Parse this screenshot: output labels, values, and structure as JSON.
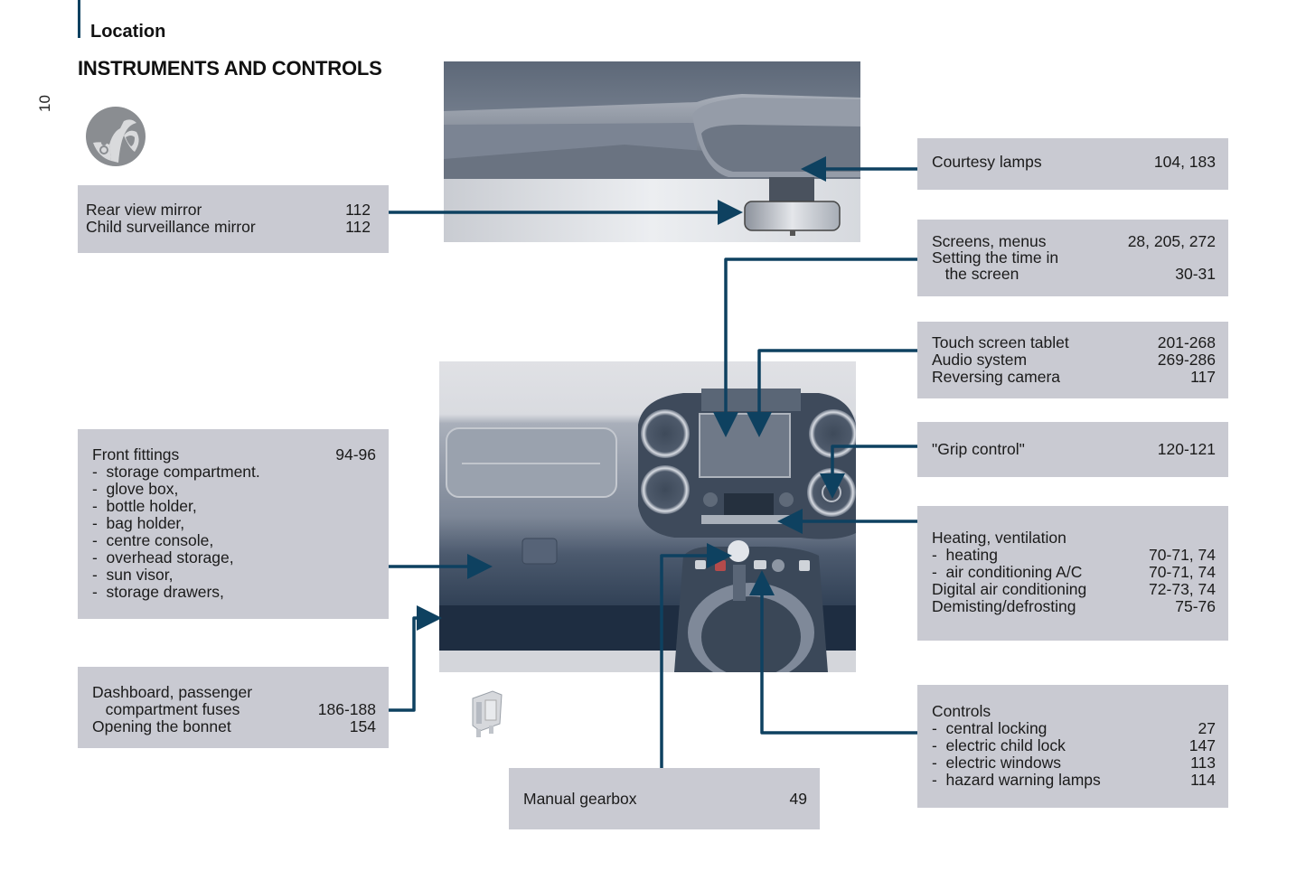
{
  "header": {
    "section": "Location",
    "title": "INSTRUMENTS AND CONTROLS",
    "page_number": "10",
    "topic_icon": "driver-position-icon"
  },
  "colors": {
    "callout_box": "#c9cad2",
    "leader_line": "#0e4160"
  },
  "callouts": {
    "rear_mirror": {
      "rows": [
        {
          "label": "Rear view mirror",
          "page": "112"
        },
        {
          "label": "Child surveillance mirror",
          "page": "112"
        }
      ]
    },
    "front_fittings": {
      "rows": [
        {
          "label": "Front fittings",
          "page": "94-96"
        },
        {
          "label": "-  storage compartment.",
          "page": ""
        },
        {
          "label": "-  glove box,",
          "page": ""
        },
        {
          "label": "-  bottle holder,",
          "page": ""
        },
        {
          "label": "-  bag holder,",
          "page": ""
        },
        {
          "label": "-  centre console,",
          "page": ""
        },
        {
          "label": "-  overhead storage,",
          "page": ""
        },
        {
          "label": "-  sun visor,",
          "page": ""
        },
        {
          "label": "-  storage drawers,",
          "page": ""
        }
      ]
    },
    "fuses": {
      "rows": [
        {
          "label": "Dashboard, passenger",
          "page": ""
        },
        {
          "label": "   compartment fuses",
          "page": "186-188"
        },
        {
          "label": "Opening the bonnet",
          "page": "154"
        }
      ]
    },
    "gearbox": {
      "rows": [
        {
          "label": "Manual gearbox",
          "page": "49"
        }
      ]
    },
    "courtesy_lamps": {
      "rows": [
        {
          "label": "Courtesy lamps",
          "page": "104, 183"
        }
      ]
    },
    "screens": {
      "rows": [
        {
          "label": "Screens, menus",
          "page": "28, 205, 272"
        },
        {
          "label": "Setting the time in",
          "page": ""
        },
        {
          "label": "   the screen",
          "page": "30-31"
        }
      ]
    },
    "touch_screen": {
      "rows": [
        {
          "label": "Touch screen tablet",
          "page": "201-268"
        },
        {
          "label": "Audio system",
          "page": "269-286"
        },
        {
          "label": "Reversing camera",
          "page": "117"
        }
      ]
    },
    "grip_control": {
      "rows": [
        {
          "label": "\"Grip control\"",
          "page": "120-121"
        }
      ]
    },
    "heating": {
      "rows": [
        {
          "label": "Heating, ventilation",
          "page": ""
        },
        {
          "label": "-  heating",
          "page": "70-71, 74"
        },
        {
          "label": "-  air conditioning A/C",
          "page": "70-71, 74"
        },
        {
          "label": "Digital air conditioning",
          "page": "72-73, 74"
        },
        {
          "label": "Demisting/defrosting",
          "page": "75-76"
        }
      ]
    },
    "controls": {
      "rows": [
        {
          "label": "Controls",
          "page": ""
        },
        {
          "label": "-  central locking",
          "page": "27"
        },
        {
          "label": "-  electric child lock",
          "page": "147"
        },
        {
          "label": "-  electric windows",
          "page": "113"
        },
        {
          "label": "-  hazard warning lamps",
          "page": "114"
        }
      ]
    }
  }
}
